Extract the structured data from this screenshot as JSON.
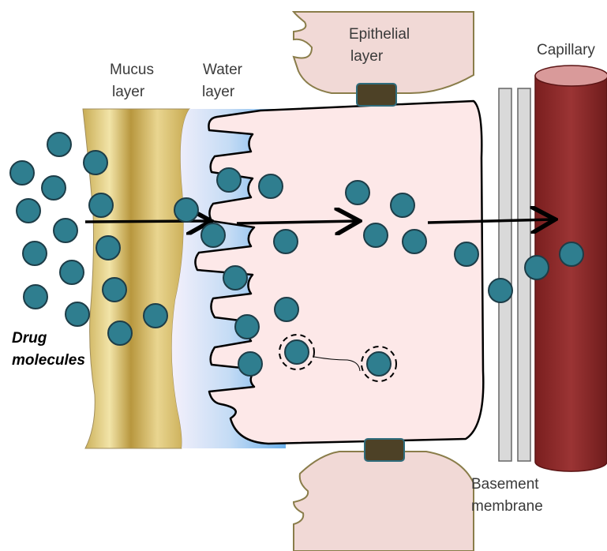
{
  "labels": {
    "mucus_line1": "Mucus",
    "mucus_line2": "layer",
    "water_line1": "Water",
    "water_line2": "layer",
    "epithelial_line1": "Epithelial",
    "epithelial_line2": "layer",
    "capillary": "Capillary",
    "basement_line1": "Basement",
    "basement_line2": "membrane",
    "drug_line1": "Drug",
    "drug_line2": "molecules"
  },
  "colors": {
    "drug_molecule": "#2f7e8f",
    "mucus": "#d6c06b",
    "water": "#8fc2ee",
    "cell": "#fde8e8",
    "neighbor_cell": "#f1d9d6",
    "tight_junction": "#4d4126",
    "capillary": "#8b2a2a",
    "basement_membrane": "#d9d9d9"
  }
}
